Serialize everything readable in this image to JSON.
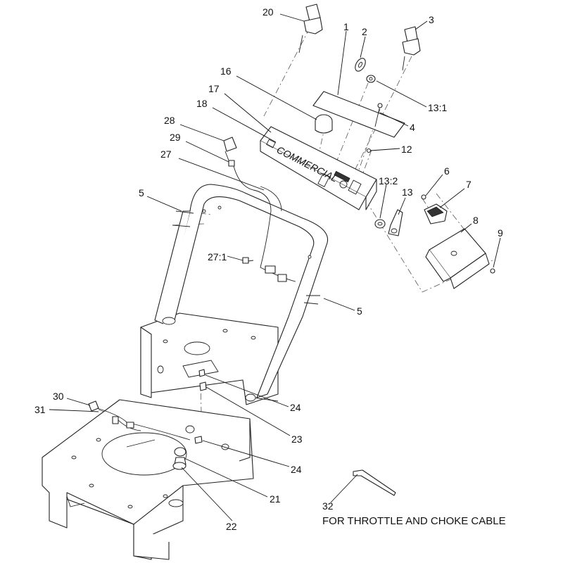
{
  "callouts": [
    {
      "id": "c20",
      "text": "20"
    },
    {
      "id": "c3",
      "text": "3"
    },
    {
      "id": "c1",
      "text": "1"
    },
    {
      "id": "c2",
      "text": "2"
    },
    {
      "id": "c16",
      "text": "16"
    },
    {
      "id": "c17",
      "text": "17"
    },
    {
      "id": "c13_1",
      "text": "13:1"
    },
    {
      "id": "c18",
      "text": "18"
    },
    {
      "id": "c4",
      "text": "4"
    },
    {
      "id": "c28",
      "text": "28"
    },
    {
      "id": "c29",
      "text": "29"
    },
    {
      "id": "c12",
      "text": "12"
    },
    {
      "id": "c27",
      "text": "27"
    },
    {
      "id": "c6",
      "text": "6"
    },
    {
      "id": "c13_2",
      "text": "13:2"
    },
    {
      "id": "c7",
      "text": "7"
    },
    {
      "id": "c13",
      "text": "13"
    },
    {
      "id": "c5a",
      "text": "5"
    },
    {
      "id": "c8",
      "text": "8"
    },
    {
      "id": "c9",
      "text": "9"
    },
    {
      "id": "c27_1",
      "text": "27:1"
    },
    {
      "id": "c5b",
      "text": "5"
    },
    {
      "id": "c30",
      "text": "30"
    },
    {
      "id": "c24a",
      "text": "24"
    },
    {
      "id": "c31",
      "text": "31"
    },
    {
      "id": "c23",
      "text": "23"
    },
    {
      "id": "c24b",
      "text": "24"
    },
    {
      "id": "c21",
      "text": "21"
    },
    {
      "id": "c22",
      "text": "22"
    },
    {
      "id": "c32",
      "text": "32"
    }
  ],
  "note": "FOR THROTTLE AND CHOKE CABLE",
  "panel_brand": "COMMERCIAL"
}
